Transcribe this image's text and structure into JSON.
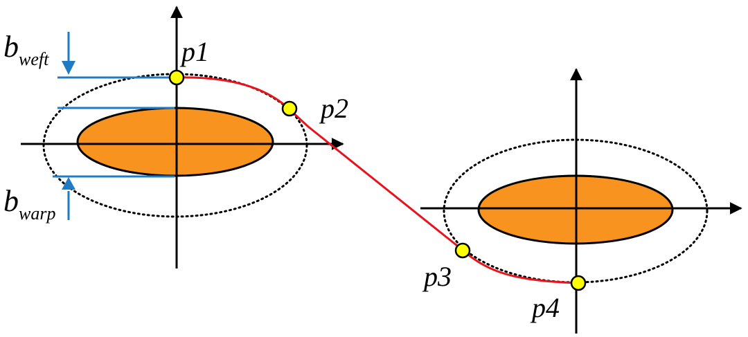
{
  "labels": {
    "p1": "p1",
    "p2": "p2",
    "p3": "p3",
    "p4": "p4",
    "b_weft_main": "b",
    "b_weft_sub": "weft",
    "b_warp_main": "b",
    "b_warp_sub": "warp"
  },
  "colors": {
    "fiber_fill": "#f7931e",
    "yarn_path": "#e8131b",
    "control_point": "#ffff00",
    "dimension_lines": "#1f7bc4",
    "axes": "#000000"
  }
}
